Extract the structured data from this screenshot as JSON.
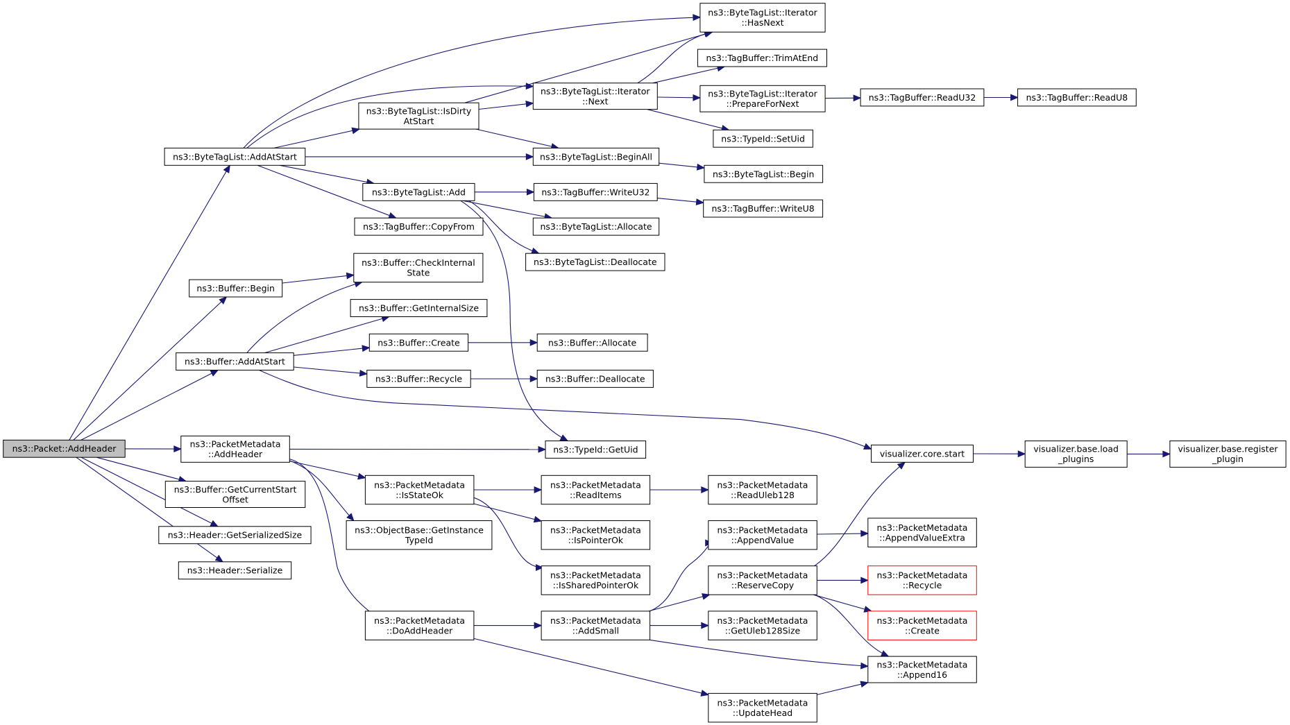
{
  "graph": {
    "edge_color": "#191970",
    "root_fill": "#bfbfbf",
    "truncated_border": "#ff0000",
    "nodes": {
      "packet_addheader": {
        "lines": [
          "ns3::Packet::AddHeader"
        ],
        "style": "root"
      },
      "btl_addatstart": {
        "lines": [
          "ns3::ByteTagList::AddAtStart"
        ]
      },
      "buf_begin": {
        "lines": [
          "ns3::Buffer::Begin"
        ]
      },
      "buf_addatstart": {
        "lines": [
          "ns3::Buffer::AddAtStart"
        ]
      },
      "pm_addheader": {
        "lines": [
          "ns3::PacketMetadata",
          "::AddHeader"
        ]
      },
      "buf_getcurrentstartoffset": {
        "lines": [
          "ns3::Buffer::GetCurrentStart",
          "Offset"
        ]
      },
      "hdr_getserializedsize": {
        "lines": [
          "ns3::Header::GetSerializedSize"
        ]
      },
      "hdr_serialize": {
        "lines": [
          "ns3::Header::Serialize"
        ]
      },
      "btl_isdirtyatstart": {
        "lines": [
          "ns3::ByteTagList::IsDirty",
          "AtStart"
        ]
      },
      "btl_add": {
        "lines": [
          "ns3::ByteTagList::Add"
        ]
      },
      "tb_copyfrom": {
        "lines": [
          "ns3::TagBuffer::CopyFrom"
        ]
      },
      "buf_checkinternalstate": {
        "lines": [
          "ns3::Buffer::CheckInternal",
          "State"
        ]
      },
      "buf_getinternalsize": {
        "lines": [
          "ns3::Buffer::GetInternalSize"
        ]
      },
      "buf_create": {
        "lines": [
          "ns3::Buffer::Create"
        ]
      },
      "buf_recycle": {
        "lines": [
          "ns3::Buffer::Recycle"
        ]
      },
      "pm_isstateok": {
        "lines": [
          "ns3::PacketMetadata",
          "::IsStateOk"
        ]
      },
      "ob_getinstancetypeid": {
        "lines": [
          "ns3::ObjectBase::GetInstance",
          "TypeId"
        ]
      },
      "pm_doaddheader": {
        "lines": [
          "ns3::PacketMetadata",
          "::DoAddHeader"
        ]
      },
      "btli_hasnext": {
        "lines": [
          "ns3::ByteTagList::Iterator",
          "::HasNext"
        ]
      },
      "btli_next": {
        "lines": [
          "ns3::ByteTagList::Iterator",
          "::Next"
        ]
      },
      "btl_beginall": {
        "lines": [
          "ns3::ByteTagList::BeginAll"
        ]
      },
      "tb_writeu32": {
        "lines": [
          "ns3::TagBuffer::WriteU32"
        ]
      },
      "btl_allocate": {
        "lines": [
          "ns3::ByteTagList::Allocate"
        ]
      },
      "btl_deallocate": {
        "lines": [
          "ns3::ByteTagList::Deallocate"
        ]
      },
      "buf_allocate": {
        "lines": [
          "ns3::Buffer::Allocate"
        ]
      },
      "buf_deallocate": {
        "lines": [
          "ns3::Buffer::Deallocate"
        ]
      },
      "typeid_getuid": {
        "lines": [
          "ns3::TypeId::GetUid"
        ]
      },
      "pm_readitems": {
        "lines": [
          "ns3::PacketMetadata",
          "::ReadItems"
        ]
      },
      "pm_ispointerok": {
        "lines": [
          "ns3::PacketMetadata",
          "::IsPointerOk"
        ]
      },
      "pm_issharedpointerok": {
        "lines": [
          "ns3::PacketMetadata",
          "::IsSharedPointerOk"
        ]
      },
      "pm_addsmall": {
        "lines": [
          "ns3::PacketMetadata",
          "::AddSmall"
        ]
      },
      "pm_updatehead": {
        "lines": [
          "ns3::PacketMetadata",
          "::UpdateHead"
        ]
      },
      "tb_trimatend": {
        "lines": [
          "ns3::TagBuffer::TrimAtEnd"
        ]
      },
      "btli_preparefornext": {
        "lines": [
          "ns3::ByteTagList::Iterator",
          "::PrepareForNext"
        ]
      },
      "typeid_setuid": {
        "lines": [
          "ns3::TypeId::SetUid"
        ]
      },
      "btl_begin": {
        "lines": [
          "ns3::ByteTagList::Begin"
        ]
      },
      "tb_writeu8": {
        "lines": [
          "ns3::TagBuffer::WriteU8"
        ]
      },
      "pm_readuleb128": {
        "lines": [
          "ns3::PacketMetadata",
          "::ReadUleb128"
        ]
      },
      "pm_appendvalue": {
        "lines": [
          "ns3::PacketMetadata",
          "::AppendValue"
        ]
      },
      "pm_reservecopy": {
        "lines": [
          "ns3::PacketMetadata",
          "::ReserveCopy"
        ]
      },
      "pm_getuleb128size": {
        "lines": [
          "ns3::PacketMetadata",
          "::GetUleb128Size"
        ]
      },
      "tb_readu32": {
        "lines": [
          "ns3::TagBuffer::ReadU32"
        ]
      },
      "tb_readu8": {
        "lines": [
          "ns3::TagBuffer::ReadU8"
        ]
      },
      "vis_core_start": {
        "lines": [
          "visualizer.core.start"
        ]
      },
      "vis_base_load_plugins": {
        "lines": [
          "visualizer.base.load",
          "_plugins"
        ]
      },
      "vis_base_register_plugin": {
        "lines": [
          "visualizer.base.register",
          "_plugin"
        ]
      },
      "pm_appendvalueextra": {
        "lines": [
          "ns3::PacketMetadata",
          "::AppendValueExtra"
        ]
      },
      "pm_recycle": {
        "lines": [
          "ns3::PacketMetadata",
          "::Recycle"
        ],
        "style": "truncated"
      },
      "pm_create": {
        "lines": [
          "ns3::PacketMetadata",
          "::Create"
        ],
        "style": "truncated"
      },
      "pm_append16": {
        "lines": [
          "ns3::PacketMetadata",
          "::Append16"
        ]
      }
    },
    "edges": [
      [
        "packet_addheader",
        "btl_addatstart"
      ],
      [
        "packet_addheader",
        "buf_begin"
      ],
      [
        "packet_addheader",
        "buf_addatstart"
      ],
      [
        "packet_addheader",
        "pm_addheader"
      ],
      [
        "packet_addheader",
        "buf_getcurrentstartoffset"
      ],
      [
        "packet_addheader",
        "hdr_getserializedsize"
      ],
      [
        "packet_addheader",
        "hdr_serialize"
      ],
      [
        "btl_addatstart",
        "btli_hasnext"
      ],
      [
        "btl_addatstart",
        "btli_next"
      ],
      [
        "btl_addatstart",
        "btl_isdirtyatstart"
      ],
      [
        "btl_addatstart",
        "btl_beginall"
      ],
      [
        "btl_addatstart",
        "btl_add"
      ],
      [
        "btl_addatstart",
        "tb_copyfrom"
      ],
      [
        "btl_isdirtyatstart",
        "btli_hasnext"
      ],
      [
        "btl_isdirtyatstart",
        "btli_next"
      ],
      [
        "btl_isdirtyatstart",
        "btl_beginall"
      ],
      [
        "btli_next",
        "btli_hasnext"
      ],
      [
        "btli_next",
        "tb_trimatend"
      ],
      [
        "btli_next",
        "btli_preparefornext"
      ],
      [
        "btli_next",
        "typeid_setuid"
      ],
      [
        "btli_preparefornext",
        "tb_readu32"
      ],
      [
        "tb_readu32",
        "tb_readu8"
      ],
      [
        "btl_beginall",
        "btl_begin"
      ],
      [
        "btl_add",
        "tb_writeu32"
      ],
      [
        "btl_add",
        "btl_allocate"
      ],
      [
        "btl_add",
        "btl_deallocate"
      ],
      [
        "btl_add",
        "typeid_getuid"
      ],
      [
        "tb_writeu32",
        "tb_writeu8"
      ],
      [
        "buf_begin",
        "buf_checkinternalstate"
      ],
      [
        "buf_addatstart",
        "buf_checkinternalstate"
      ],
      [
        "buf_addatstart",
        "buf_getinternalsize"
      ],
      [
        "buf_addatstart",
        "buf_create"
      ],
      [
        "buf_addatstart",
        "buf_recycle"
      ],
      [
        "buf_addatstart",
        "vis_core_start"
      ],
      [
        "buf_create",
        "buf_allocate"
      ],
      [
        "buf_recycle",
        "buf_deallocate"
      ],
      [
        "pm_addheader",
        "typeid_getuid"
      ],
      [
        "pm_addheader",
        "pm_isstateok"
      ],
      [
        "pm_addheader",
        "ob_getinstancetypeid"
      ],
      [
        "pm_addheader",
        "pm_doaddheader"
      ],
      [
        "pm_isstateok",
        "pm_readitems"
      ],
      [
        "pm_isstateok",
        "pm_ispointerok"
      ],
      [
        "pm_isstateok",
        "pm_issharedpointerok"
      ],
      [
        "pm_readitems",
        "pm_readuleb128"
      ],
      [
        "pm_doaddheader",
        "pm_addsmall"
      ],
      [
        "pm_doaddheader",
        "pm_updatehead"
      ],
      [
        "pm_addsmall",
        "pm_appendvalue"
      ],
      [
        "pm_addsmall",
        "pm_reservecopy"
      ],
      [
        "pm_addsmall",
        "pm_getuleb128size"
      ],
      [
        "pm_addsmall",
        "pm_append16"
      ],
      [
        "pm_appendvalue",
        "pm_appendvalueextra"
      ],
      [
        "pm_reservecopy",
        "vis_core_start"
      ],
      [
        "pm_reservecopy",
        "pm_recycle"
      ],
      [
        "pm_reservecopy",
        "pm_create"
      ],
      [
        "pm_reservecopy",
        "pm_append16"
      ],
      [
        "pm_updatehead",
        "pm_append16"
      ],
      [
        "vis_core_start",
        "vis_base_load_plugins"
      ],
      [
        "vis_base_load_plugins",
        "vis_base_register_plugin"
      ]
    ]
  }
}
